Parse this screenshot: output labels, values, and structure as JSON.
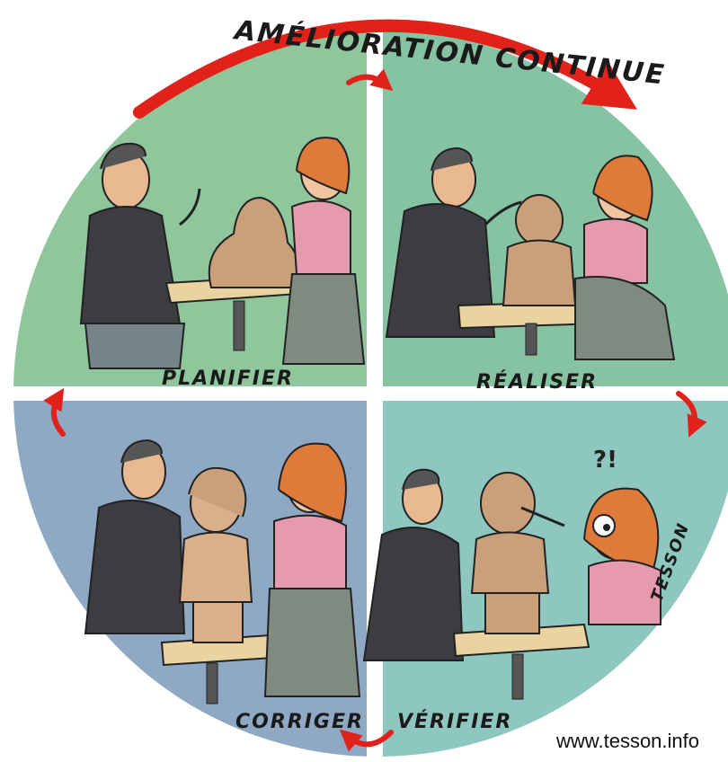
{
  "title": "Amélioration continue",
  "quadrants": {
    "plan": {
      "label": "Planifier",
      "color": "#8fc69b"
    },
    "do": {
      "label": "Réaliser",
      "color": "#86c3a3"
    },
    "check": {
      "label": "Vérifier",
      "color": "#8ec7bf"
    },
    "act": {
      "label": "Corriger",
      "color": "#8fa8c4"
    }
  },
  "signature": "Tesson",
  "credit": "www.tesson.info",
  "colors": {
    "arrow": "#e0221b",
    "divider": "#ffffff",
    "ink": "#1a1a1a"
  },
  "icons": [
    "clockwise-arrow-icon"
  ]
}
